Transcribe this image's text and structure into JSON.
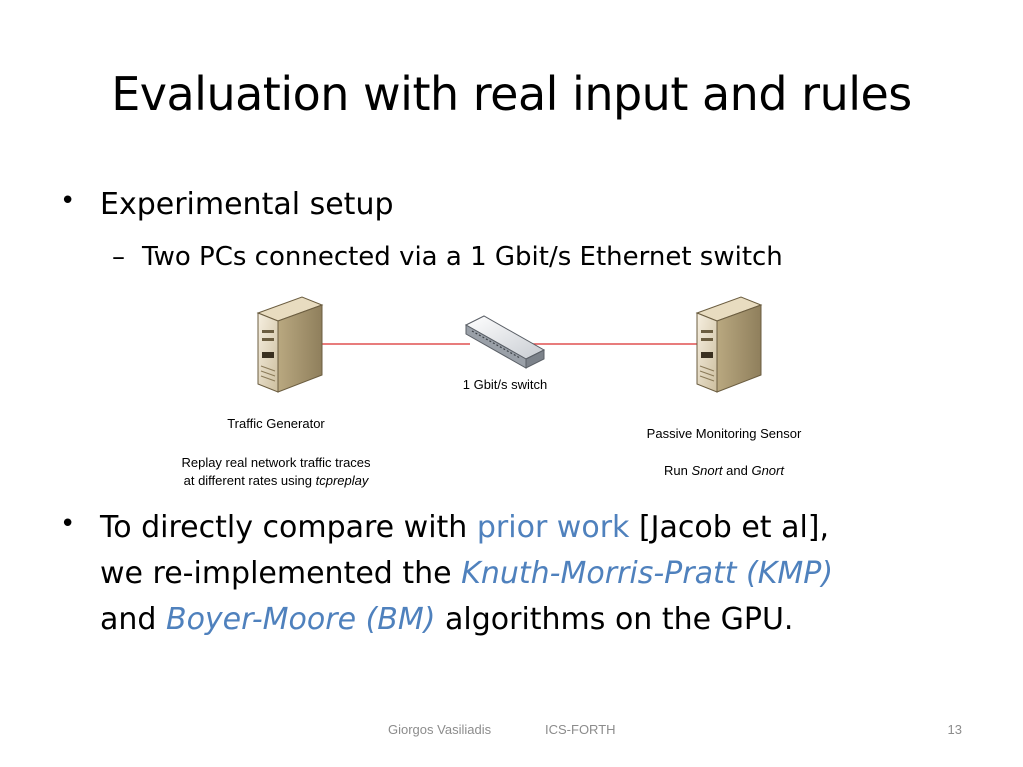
{
  "slide": {
    "title": "Evaluation with real input and rules",
    "bullets": [
      {
        "text": "Experimental setup",
        "sub": "Two PCs connected via a 1 Gbit/s Ethernet switch"
      },
      {
        "part1": "To directly compare with ",
        "link1": "prior work",
        "part2": " [Jacob et al],",
        "part3": "we re-implemented the ",
        "link2": "Knuth-Morris-Pratt (KMP)",
        "part4": "and ",
        "link3": "Boyer-Moore (BM)",
        "part5": " algorithms on the GPU."
      }
    ],
    "bullet_symbol": "•",
    "dash_symbol": "–"
  },
  "diagram": {
    "switch_label": "1 Gbit/s switch",
    "left_node": {
      "title": "Traffic Generator",
      "desc_line1": "Replay real network traffic traces",
      "desc_line2_prefix": "at different rates using ",
      "desc_line2_tool": "tcpreplay"
    },
    "right_node": {
      "title": "Passive Monitoring Sensor",
      "desc_prefix": "Run ",
      "desc_tool1": "Snort",
      "desc_mid": " and ",
      "desc_tool2": "Gnort"
    },
    "link_color": "#e05050",
    "accent_color": "#4F81BD"
  },
  "footer": {
    "author": "Giorgos Vasiliadis",
    "org": "ICS-FORTH",
    "page_number": "13"
  }
}
